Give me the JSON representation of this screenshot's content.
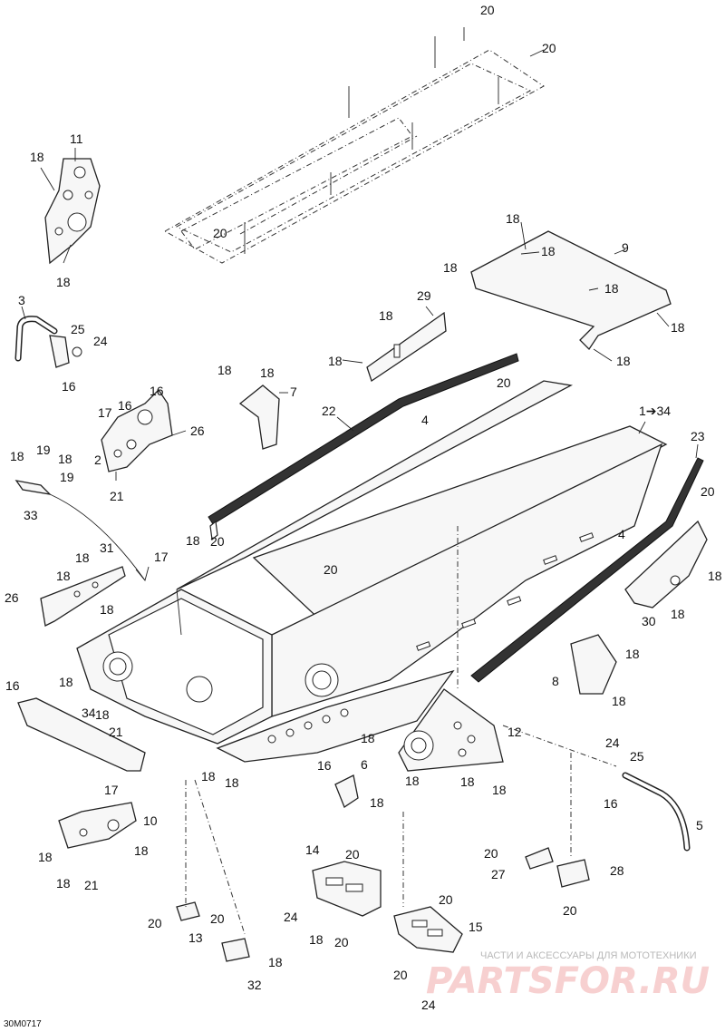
{
  "diagram": {
    "image_code": "30M0717",
    "watermark": {
      "line1": "ЧАСТИ И АКСЕССУАРЫ ДЛЯ МОТОТЕХНИКИ",
      "line2": "PARTSFOR.RU"
    },
    "labels": {
      "l20a": "20",
      "l20b": "20",
      "l20c": "20",
      "l11": "11",
      "l18a": "18",
      "l18b": "18",
      "l18c": "18",
      "l18d": "18",
      "l9": "9",
      "l18e": "18",
      "l18f": "18",
      "l18g": "18",
      "l18h": "18",
      "l3": "3",
      "l25a": "25",
      "l24a": "24",
      "l16a": "16",
      "l29": "29",
      "l18i": "18",
      "l18j": "18",
      "l18k": "18",
      "l18l": "18",
      "l7": "7",
      "l16b": "16",
      "l17a": "17",
      "l16c": "16",
      "l26a": "26",
      "l2": "2",
      "l21a": "21",
      "l22": "22",
      "l20d": "20",
      "l4a": "4",
      "l134": "1➔34",
      "l23": "23",
      "l18m": "18",
      "l19a": "19",
      "l18n": "18",
      "l19b": "19",
      "l33": "33",
      "l20e": "20",
      "l20f": "20",
      "l17b": "17",
      "l18o": "18",
      "l18p": "18",
      "l31": "31",
      "l18q": "18",
      "l26b": "26",
      "l18r": "18",
      "l4b": "4",
      "l20g": "20",
      "l18s": "18",
      "l30": "30",
      "l18t": "18",
      "l18u": "18",
      "l8": "8",
      "l18v": "18",
      "l16d": "16",
      "l18w": "18",
      "l34": "34",
      "l18x": "18",
      "l21b": "21",
      "l17c": "17",
      "l12": "12",
      "l18y": "18",
      "l16e": "16",
      "l18z": "18",
      "l6": "6",
      "l18aa": "18",
      "l18ab": "18",
      "l18ac": "18",
      "l18ad": "18",
      "l24b": "24",
      "l25b": "25",
      "l16f": "16",
      "l5": "5",
      "l10": "10",
      "l18ae": "18",
      "l18af": "18",
      "l18ag": "18",
      "l21c": "21",
      "l14": "14",
      "l20h": "20",
      "l20i": "20",
      "l27": "27",
      "l28": "28",
      "l20j": "20",
      "l24c": "24",
      "l18ah": "18",
      "l20k": "20",
      "l20l": "20",
      "l15": "15",
      "l20m": "20",
      "l20n": "20",
      "l13": "13",
      "l18ai": "18",
      "l32": "32",
      "l20o": "20",
      "l24d": "24",
      "l18aj": "18"
    }
  }
}
